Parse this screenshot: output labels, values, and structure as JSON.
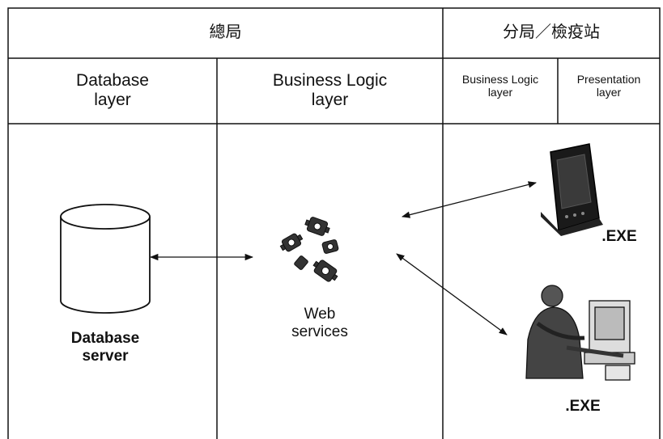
{
  "headers": {
    "headquarters": "總局",
    "branch": "分局／檢疫站"
  },
  "layers": {
    "database": "Database\nlayer",
    "business_logic_hq": "Business Logic\nlayer",
    "business_logic_branch": "Business Logic\nlayer",
    "presentation": "Presentation\nlayer"
  },
  "components": {
    "database_server": "Database\nserver",
    "web_services": "Web\nservices",
    "exe_pda": ".EXE",
    "exe_desktop": ".EXE"
  },
  "icons": {
    "database": "database-cylinder-icon",
    "web_services": "web-services-gears-icon",
    "pda": "pda-device-icon",
    "desktop_user": "desktop-user-icon"
  }
}
